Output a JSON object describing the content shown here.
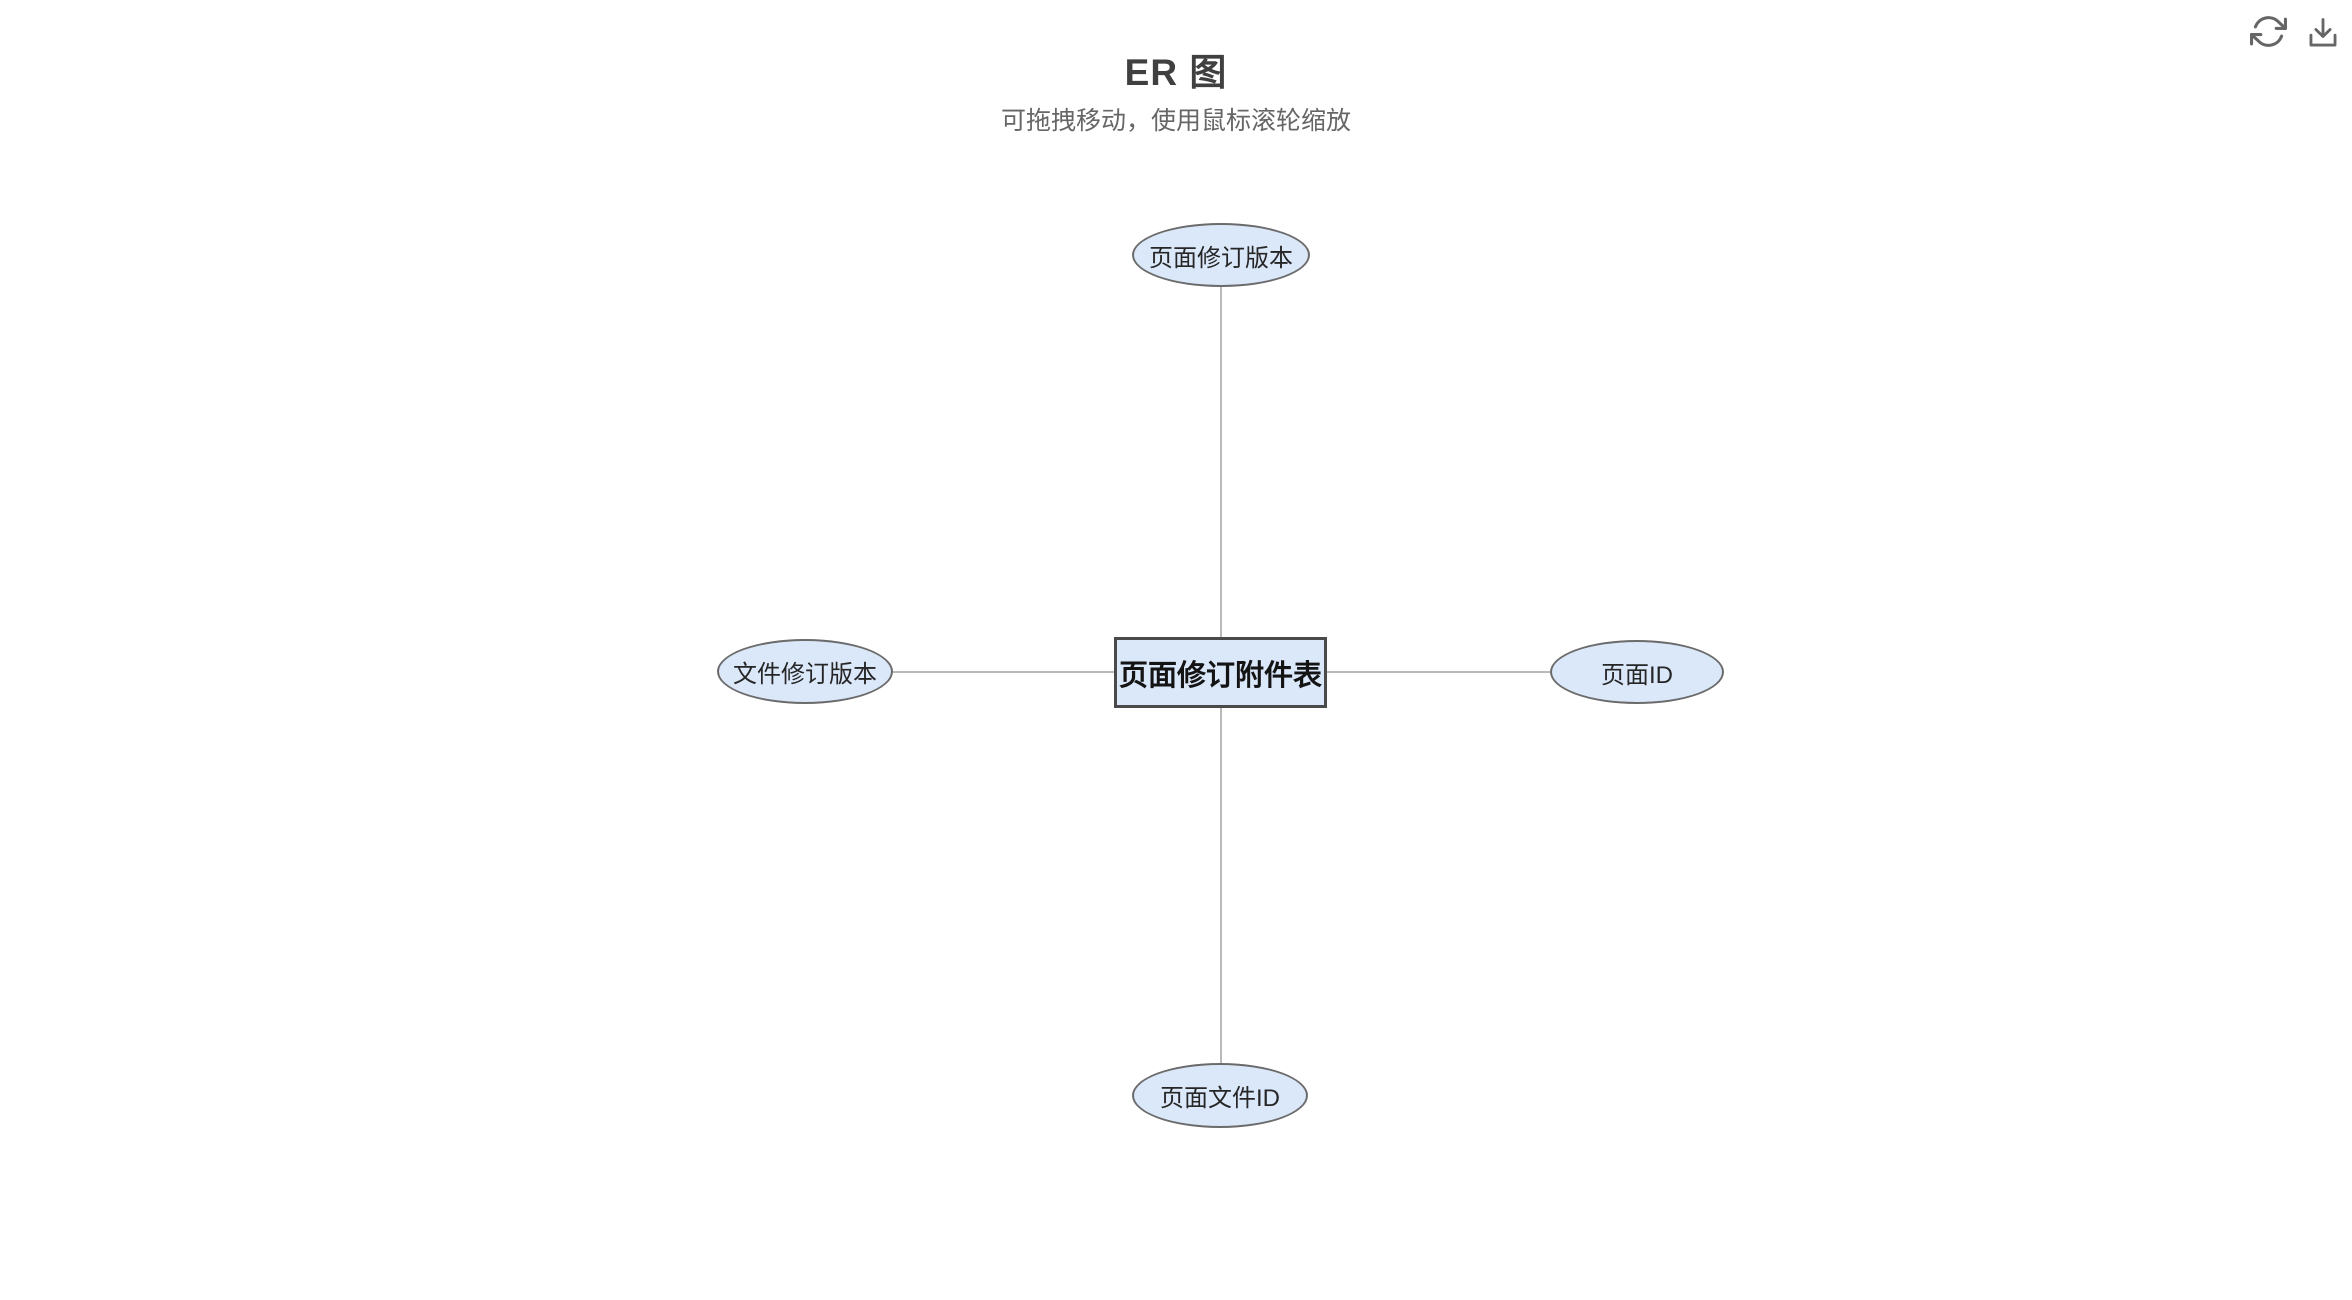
{
  "header": {
    "title": "ER 图",
    "subtitle": "可拖拽移动，使用鼠标滚轮缩放"
  },
  "toolbar": {
    "icons": [
      {
        "name": "refresh-icon",
        "action": "refresh"
      },
      {
        "name": "download-icon",
        "action": "download"
      }
    ]
  },
  "diagram": {
    "type": "er-diagram",
    "entity": {
      "label": "页面修订附件表",
      "shape": "rectangle"
    },
    "attributes": [
      {
        "label": "页面修订版本",
        "position": "top",
        "shape": "ellipse"
      },
      {
        "label": "文件修订版本",
        "position": "left",
        "shape": "ellipse"
      },
      {
        "label": "页面ID",
        "position": "right",
        "shape": "ellipse"
      },
      {
        "label": "页面文件ID",
        "position": "bottom",
        "shape": "ellipse"
      }
    ]
  },
  "colors": {
    "background": "#ffffff",
    "node_fill": "#dbe8fa",
    "entity_border": "#4a4a4a",
    "attribute_border": "#6b6b6b",
    "connector_line": "#b9b9b9",
    "title_text": "#404040",
    "subtitle_text": "#666666",
    "node_text": "#1f1f1f",
    "icon": "#666666"
  }
}
